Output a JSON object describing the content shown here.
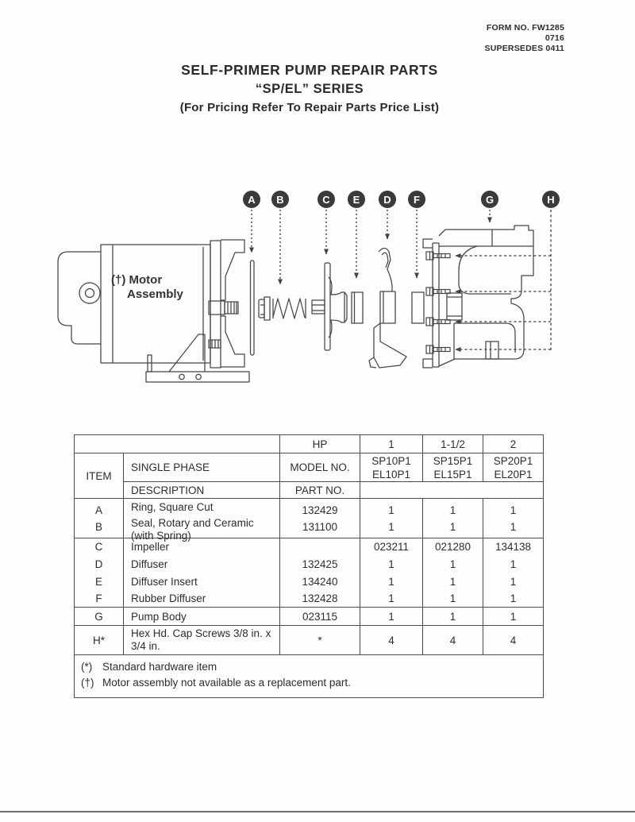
{
  "form_info": {
    "line1": "FORM NO. FW1285",
    "line2": "0716",
    "line3": "SUPERSEDES 0411"
  },
  "title": {
    "line1": "SELF-PRIMER PUMP REPAIR PARTS",
    "line2": "“SP/EL” SERIES",
    "line3": "(For Pricing Refer To Repair Parts Price List)"
  },
  "diagram": {
    "motor_label": {
      "line1": "(†) Motor",
      "line2": "Assembly"
    },
    "callouts": [
      "A",
      "B",
      "C",
      "E",
      "D",
      "F",
      "G",
      "H"
    ]
  },
  "table": {
    "header": {
      "hp_label": "HP",
      "hp_values": [
        "1",
        "1-1/2",
        "2"
      ],
      "item_label": "ITEM",
      "single_phase_label": "SINGLE PHASE",
      "model_no_label": "MODEL NO.",
      "models": [
        [
          "SP10P1",
          "EL10P1"
        ],
        [
          "SP15P1",
          "EL15P1"
        ],
        [
          "SP20P1",
          "EL20P1"
        ]
      ],
      "description_label": "DESCRIPTION",
      "part_no_label": "PART NO."
    },
    "row_ab": {
      "items": [
        "A",
        "B"
      ],
      "descriptions": [
        "Ring, Square Cut",
        "Seal, Rotary and Ceramic (with Spring)"
      ],
      "part_nos": [
        "132429",
        "131100"
      ],
      "qty": [
        [
          "1",
          "1"
        ],
        [
          "1",
          "1"
        ],
        [
          "1",
          "1"
        ]
      ]
    },
    "rows": [
      {
        "item": "C",
        "description": "Impeller",
        "part_no": "",
        "qty": [
          "023211",
          "021280",
          "134138"
        ]
      },
      {
        "item": "D",
        "description": "Diffuser",
        "part_no": "132425",
        "qty": [
          "1",
          "1",
          "1"
        ]
      },
      {
        "item": "E",
        "description": "Diffuser Insert",
        "part_no": "134240",
        "qty": [
          "1",
          "1",
          "1"
        ]
      },
      {
        "item": "F",
        "description": "Rubber Diffuser",
        "part_no": "132428",
        "qty": [
          "1",
          "1",
          "1"
        ]
      },
      {
        "item": "G",
        "description": "Pump Body",
        "part_no": "023115",
        "qty": [
          "1",
          "1",
          "1"
        ]
      },
      {
        "item": "H*",
        "description": "Hex Hd. Cap Screws 3/8 in. x 3/4 in.",
        "part_no": "*",
        "qty": [
          "4",
          "4",
          "4"
        ]
      }
    ],
    "footnotes": [
      {
        "mark": "(*)",
        "text": "Standard hardware item"
      },
      {
        "mark": "(†)",
        "text": "Motor assembly not available as a replacement part."
      }
    ]
  },
  "colors": {
    "ink": "#414141",
    "callout_bg": "#3a3a3a",
    "paper": "#fdfdfc"
  }
}
